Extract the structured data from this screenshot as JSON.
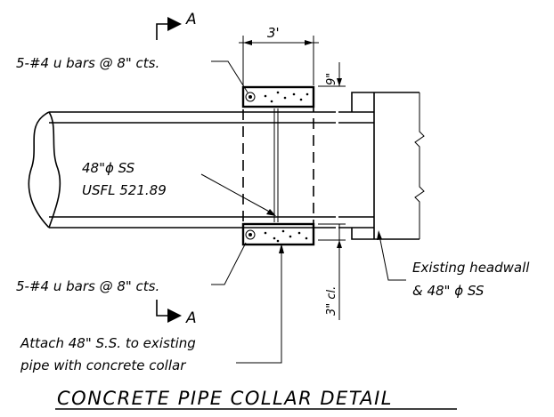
{
  "section_marker_top": "A",
  "section_marker_bottom": "A",
  "dim_width": "3'",
  "dim_top_cover": "9\"",
  "dim_bottom_clear": "3\" cl.",
  "label_top_bars": "5-#4 u bars @ 8\" cts.",
  "label_pipe_line1": "48\"ϕ SS",
  "label_pipe_line2": "USFL 521.89",
  "label_bottom_bars": "5-#4 u bars @ 8\" cts.",
  "label_headwall_line1": "Existing headwall",
  "label_headwall_line2": "& 48\" ϕ SS",
  "label_attach_line1": "Attach 48\" S.S. to existing",
  "label_attach_line2": "pipe with concrete collar",
  "title": "CONCRETE PIPE COLLAR DETAIL"
}
